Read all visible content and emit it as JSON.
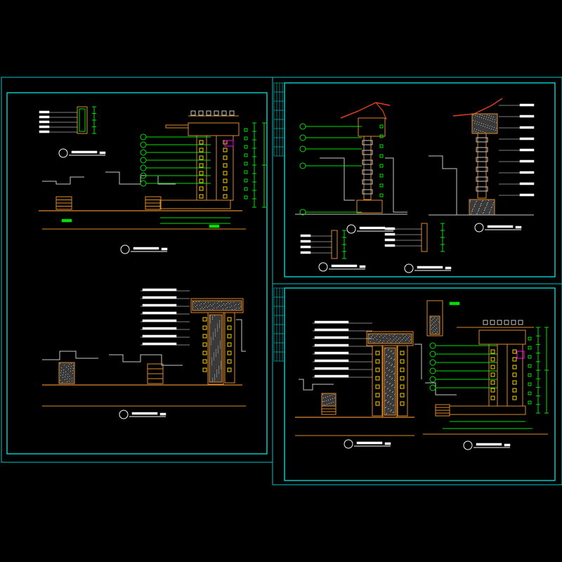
{
  "drawing": {
    "background": "#000000",
    "colors": {
      "sheet_border": "#00c8c8",
      "structure": "#e08a2a",
      "annotation": "#00e000",
      "text": "#ffffff",
      "ground": "#c8c8c8",
      "ridge": "#e04020",
      "accent": "#ff00ff",
      "hatch": "#b0b0b0"
    }
  },
  "sheets": {
    "left": {
      "views": [
        {
          "kind": "plan-elevation"
        },
        {
          "kind": "section-elevation"
        }
      ]
    },
    "top_right": {
      "views": [
        {
          "kind": "roof-section-a"
        },
        {
          "kind": "roof-section-b"
        },
        {
          "kind": "detail-1"
        },
        {
          "kind": "detail-2"
        }
      ]
    },
    "bottom_right": {
      "views": [
        {
          "kind": "section-elevation"
        },
        {
          "kind": "plan-elevation"
        }
      ]
    }
  }
}
